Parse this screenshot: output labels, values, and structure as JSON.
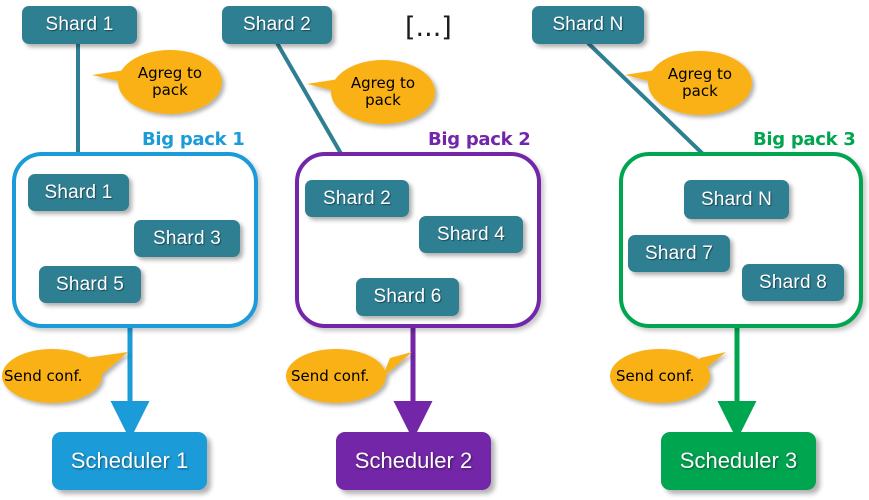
{
  "colors": {
    "shard": "#2E7F92",
    "pack1": "#1B9BD8",
    "pack2": "#7326A8",
    "pack3": "#00A550",
    "callout": "#F9B115",
    "arrow_teal": "#2E7F92",
    "background": "#FFFFFF"
  },
  "top_shards": [
    {
      "label": "Shard 1"
    },
    {
      "label": "Shard 2"
    },
    {
      "label": "Shard N"
    }
  ],
  "ellipsis": {
    "label": "[...]"
  },
  "aggregate_callouts": [
    {
      "label": "Agreg to\npack"
    },
    {
      "label": "Agreg to\npack"
    },
    {
      "label": "Agreg to\npack"
    }
  ],
  "packs": [
    {
      "title": "Big pack 1",
      "color": "#1B9BD8",
      "shards": [
        {
          "label": "Shard 1"
        },
        {
          "label": "Shard 3"
        },
        {
          "label": "Shard 5"
        }
      ]
    },
    {
      "title": "Big pack 2",
      "color": "#7326A8",
      "shards": [
        {
          "label": "Shard 2"
        },
        {
          "label": "Shard 4"
        },
        {
          "label": "Shard 6"
        }
      ]
    },
    {
      "title": "Big pack 3",
      "color": "#00A550",
      "shards": [
        {
          "label": "Shard N"
        },
        {
          "label": "Shard 7"
        },
        {
          "label": "Shard 8"
        }
      ]
    }
  ],
  "send_callouts": [
    {
      "label": "Send conf."
    },
    {
      "label": "Send conf."
    },
    {
      "label": "Send conf."
    }
  ],
  "schedulers": [
    {
      "label": "Scheduler 1",
      "color": "#1B9BD8"
    },
    {
      "label": "Scheduler 2",
      "color": "#7326A8"
    },
    {
      "label": "Scheduler 3",
      "color": "#00A550"
    }
  ]
}
